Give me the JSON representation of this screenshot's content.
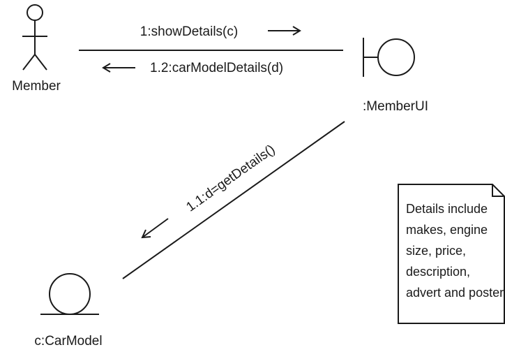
{
  "actor": {
    "label": "Member",
    "icon": "actor-stick-figure-icon"
  },
  "boundary": {
    "label": ":MemberUI",
    "icon": "boundary-object-icon"
  },
  "entity": {
    "label": "c:CarModel",
    "icon": "entity-object-icon"
  },
  "messages": {
    "m1": "1:showDetails(c)",
    "m12": "1.2:carModelDetails(d)",
    "m11": "1.1:d=getDetails()"
  },
  "note": {
    "lines": [
      "Details include",
      "makes, engine",
      "size, price,",
      "description,",
      "advert and poster."
    ]
  },
  "colors": {
    "ink": "#1a1a1a",
    "background": "#ffffff"
  }
}
